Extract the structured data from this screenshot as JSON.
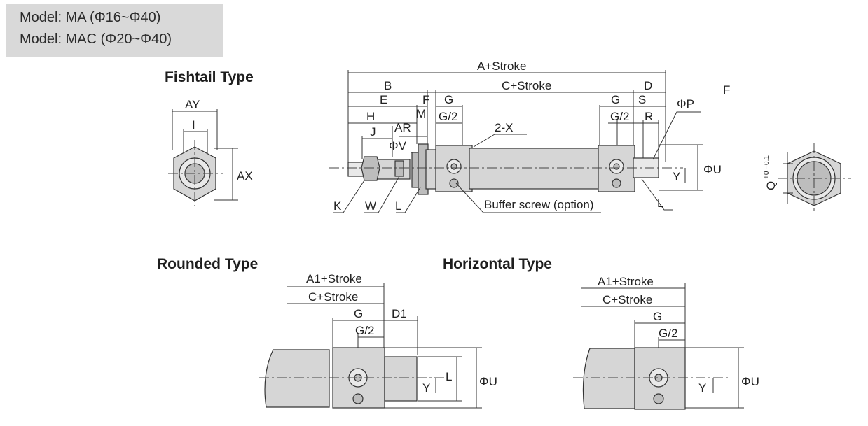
{
  "models": {
    "line1": "Model: MA (Φ16~Φ40)",
    "line2": "Model: MAC (Φ20~Φ40)"
  },
  "titles": {
    "fishtail": "Fishtail Type",
    "rounded": "Rounded Type",
    "horizontal": "Horizontal Type"
  },
  "fishtail_end": {
    "AY": "AY",
    "I": "I",
    "AX": "AX"
  },
  "main": {
    "A_stroke": "A+Stroke",
    "B": "B",
    "C_stroke": "C+Stroke",
    "D": "D",
    "F_right": "F",
    "E": "E",
    "F": "F",
    "G": "G",
    "G_right": "G",
    "S": "S",
    "PhiP": "ΦP",
    "H": "H",
    "M": "M",
    "G2": "G/2",
    "G2_right": "G/2",
    "R": "R",
    "AR": "AR",
    "two_X": "2-X",
    "J": "J",
    "PhiV": "ΦV",
    "PhiU": "ΦU",
    "Y": "Y",
    "K": "K",
    "W": "W",
    "L": "L",
    "L_right": "L",
    "buffer": "Buffer screw (option)"
  },
  "rod_end": {
    "Q": "Q",
    "tol": "+0 −0.1"
  },
  "rounded": {
    "A1_stroke": "A1+Stroke",
    "C_stroke": "C+Stroke",
    "G": "G",
    "D1": "D1",
    "G2": "G/2",
    "L": "L",
    "PhiU": "ΦU",
    "Y": "Y"
  },
  "horizontal": {
    "A1_stroke": "A1+Stroke",
    "C_stroke": "C+Stroke",
    "G": "G",
    "G2": "G/2",
    "PhiU": "ΦU",
    "Y": "Y"
  }
}
